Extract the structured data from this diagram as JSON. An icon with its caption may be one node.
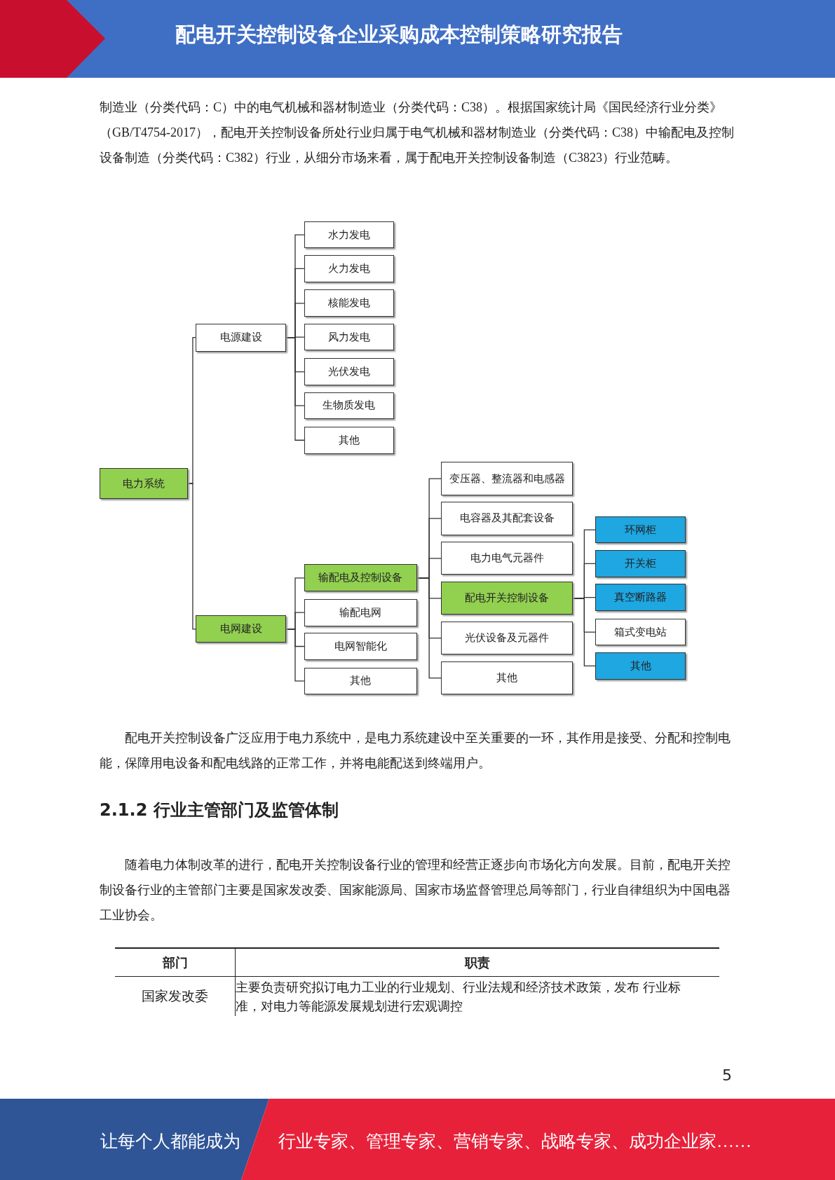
{
  "diagram": {
    "title": "配电开关控制设备企业采购成本控制策略研究报告",
    "nodes": [
      {
        "text": [
          "电力系统"
        ]
      },
      {
        "text": [
          "电源建设"
        ]
      },
      {
        "text": [
          "水力发电"
        ]
      },
      {
        "text": [
          "火力发电"
        ]
      },
      {
        "text": [
          "核能发电"
        ]
      },
      {
        "text": [
          "风力发电"
        ]
      },
      {
        "text": [
          "光伏发电"
        ]
      },
      {
        "text": [
          "生物质发电"
        ]
      },
      {
        "text": [
          "其他"
        ]
      },
      {
        "text": [
          "电网建设"
        ]
      },
      {
        "text": [
          "输配电及控制设备"
        ]
      },
      {
        "text": [
          "输配电网"
        ]
      },
      {
        "text": [
          "电网智能化"
        ]
      },
      {
        "text": [
          "其他"
        ]
      },
      {
        "text": [
          "变压器、整流器和电感器"
        ]
      },
      {
        "text": [
          "电容器及其配套设备"
        ]
      },
      {
        "text": [
          "电力电气元器件"
        ]
      },
      {
        "text": [
          "配电开关控制设备"
        ]
      },
      {
        "text": [
          "光伏设备及元器件"
        ]
      },
      {
        "text": [
          "其他"
        ]
      },
      {
        "text": [
          "环网柜"
        ]
      },
      {
        "text": [
          "开关柜"
        ]
      },
      {
        "text": [
          "真空断路器"
        ]
      },
      {
        "text": [
          "箱式变电站"
        ]
      },
      {
        "text": [
          "其他"
        ]
      }
    ],
    "edges": [
      {
        "from": 0,
        "to": 1,
        "arrow": "none"
      },
      {
        "from": 0,
        "to": 9,
        "arrow": "none"
      },
      {
        "from": 1,
        "to": 2,
        "arrow": "none"
      },
      {
        "from": 1,
        "to": 3,
        "arrow": "none"
      },
      {
        "from": 1,
        "to": 4,
        "arrow": "none"
      },
      {
        "from": 1,
        "to": 5,
        "arrow": "none"
      },
      {
        "from": 1,
        "to": 6,
        "arrow": "none"
      },
      {
        "from": 1,
        "to": 7,
        "arrow": "none"
      },
      {
        "from": 1,
        "to": 8,
        "arrow": "none"
      },
      {
        "from": 9,
        "to": 10,
        "arrow": "none"
      },
      {
        "from": 9,
        "to": 11,
        "arrow": "none"
      },
      {
        "from": 9,
        "to": 12,
        "arrow": "none"
      },
      {
        "from": 9,
        "to": 13,
        "arrow": "none"
      },
      {
        "from": 10,
        "to": 14,
        "arrow": "none"
      },
      {
        "from": 10,
        "to": 15,
        "arrow": "none"
      },
      {
        "from": 10,
        "to": 16,
        "arrow": "none"
      },
      {
        "from": 10,
        "to": 17,
        "arrow": "none"
      },
      {
        "from": 10,
        "to": 18,
        "arrow": "none"
      },
      {
        "from": 10,
        "to": 19,
        "arrow": "none"
      },
      {
        "from": 17,
        "to": 20,
        "arrow": "none"
      },
      {
        "from": 17,
        "to": 21,
        "arrow": "none"
      },
      {
        "from": 17,
        "to": 22,
        "arrow": "none"
      },
      {
        "from": 17,
        "to": 23,
        "arrow": "none"
      },
      {
        "from": 17,
        "to": 24,
        "arrow": "none"
      }
    ],
    "labels": [
      "制造业（分类代码：C）中的电气机械和器材制造业（分类代码：C38）。根据国家统计局《国民经济行业分类》（GB/T4754-2017），配电开关控制设备所处行业归属于电气机械和器材制造业（分类代码：C38）中输配电及控制设备制造（分类代码：C382）行业，从细分市场来看，属于配电开关控制设备制造（C3823）行业范畴。",
      "配电开关控制设备广泛应用于电力系统中，是电力系统建设中至关重要的一环，其作用是接受、分配和控制电能，保障用电设备和配电线路的正常工作，并将电能配送到终端用户。",
      "2.1.2 行业主管部门及监管体制",
      "随着电力体制改革的进行，配电开关控制设备行业的管理和经营正逐步向市场化方向发展。目前，配电开关控制设备行业的主管部门主要是国家发改委、国家能源局、国家市场监督管理总局等部门，行业自律组织为中国电器工业协会。",
      "部门",
      "职责",
      "国家发改委",
      "主要负责研究拟订电力工业的行业规划、行业法规和经济技术政策，发布 行业标准，对电力等能源发展规划进行宏观调控",
      "5",
      "让每个人都能成为",
      "行业专家、管理专家、营销专家、战略专家、成功企业家……"
    ]
  }
}
